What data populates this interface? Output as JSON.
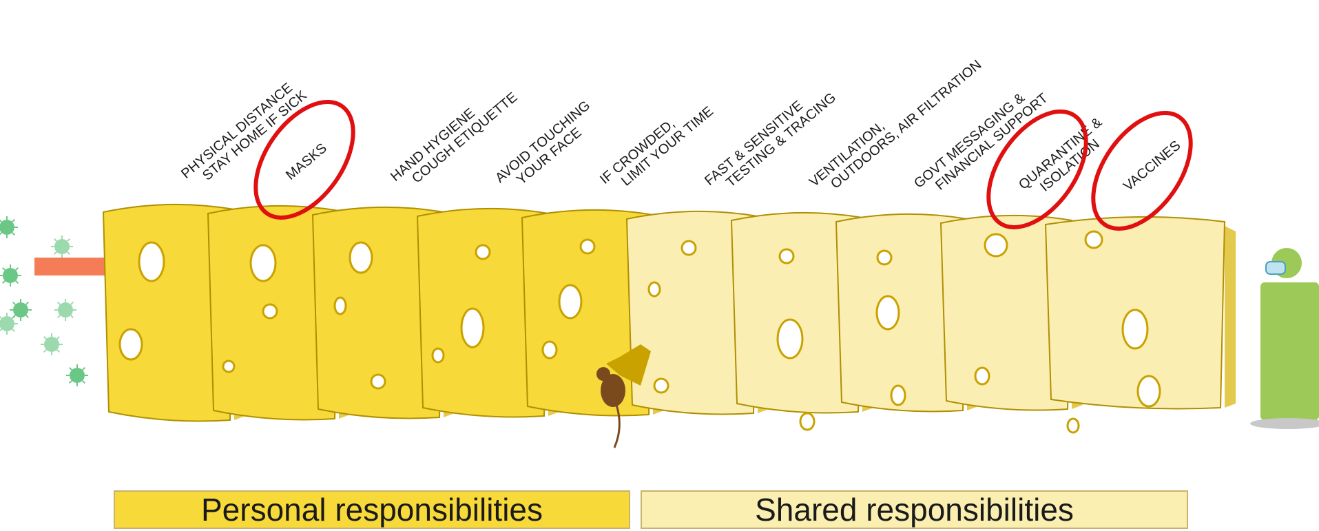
{
  "top_caption": "",
  "layers": [
    {
      "line1": "PHYSICAL DISTANCE",
      "line2": "STAY HOME IF SICK"
    },
    {
      "line1": "MASKS",
      "line2": ""
    },
    {
      "line1": "HAND HYGIENE",
      "line2": "COUGH ETIQUETTE"
    },
    {
      "line1": "AVOID TOUCHING",
      "line2": "YOUR FACE"
    },
    {
      "line1": "IF CROWDED,",
      "line2": "LIMIT YOUR TIME"
    },
    {
      "line1": "FAST & SENSITIVE",
      "line2": "TESTING & TRACING"
    },
    {
      "line1": "VENTILATION,",
      "line2": "OUTDOORS, AIR FILTRATION"
    },
    {
      "line1": "GOVT MESSAGING &",
      "line2": "FINANCIAL SUPPORT"
    },
    {
      "line1": "QUARANTINE &",
      "line2": "ISOLATION"
    },
    {
      "line1": "VACCINES",
      "line2": ""
    }
  ],
  "highlighted_layers": [
    "MASKS",
    "QUARANTINE & ISOLATION",
    "VACCINES"
  ],
  "responsibilities": {
    "personal": "Personal responsibilities",
    "shared": "Shared responsibilities"
  },
  "colors": {
    "personal_slice": "#f7d93a",
    "shared_slice": "#fbeeb2",
    "hole": "#c9a200",
    "arrow": "#f2663b",
    "virus": "#5cc27a",
    "highlight": "#e01010",
    "person": "#9cc957"
  }
}
